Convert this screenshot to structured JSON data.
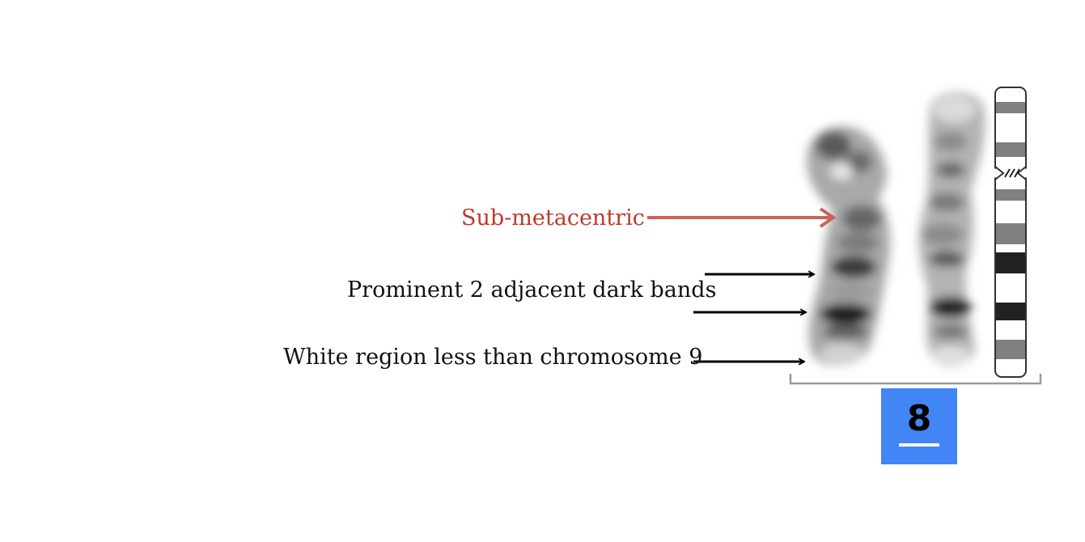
{
  "annotations": {
    "sub_metacentric": "Sub-metacentric",
    "prominent_bands": "Prominent 2 adjacent dark bands",
    "white_region": "White region less than chromosome 9"
  },
  "chromosome_number": "8",
  "colors": {
    "sub_metacentric_text": "#c0392b",
    "sub_metacentric_arrow": "#c8645c",
    "label_text": "#111111",
    "arrow": "#000000",
    "badge_bg": "#4285f4",
    "badge_text": "#000000",
    "badge_underline": "#ffffff",
    "ideogram_dark": "#222222",
    "ideogram_gray": "#808080",
    "bracket": "#999999"
  },
  "icons": {
    "arrow": "arrow-right-icon",
    "chromosome_photo": "chromosome-micrograph",
    "ideogram": "chromosome-ideogram"
  }
}
